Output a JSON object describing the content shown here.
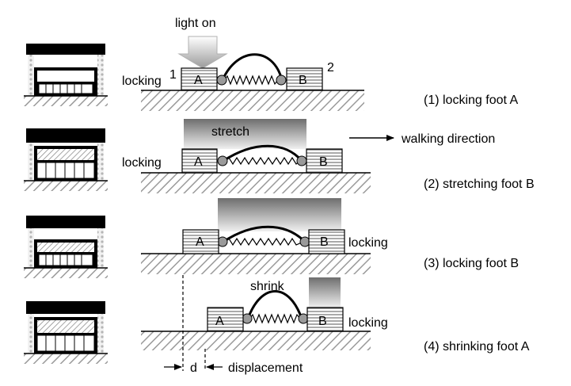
{
  "labels": {
    "light_on": "light on",
    "stretch": "stretch",
    "shrink": "shrink",
    "walking_direction": "walking direction",
    "locking": "locking",
    "foot_a": "A",
    "foot_b": "B",
    "num_1": "1",
    "num_2": "2",
    "d": "d",
    "displacement": "displacement"
  },
  "steps": [
    {
      "label": "(1) locking foot A"
    },
    {
      "label": "(2) stretching foot B"
    },
    {
      "label": "(3) locking foot B"
    },
    {
      "label": "(4) shrinking foot A"
    }
  ]
}
